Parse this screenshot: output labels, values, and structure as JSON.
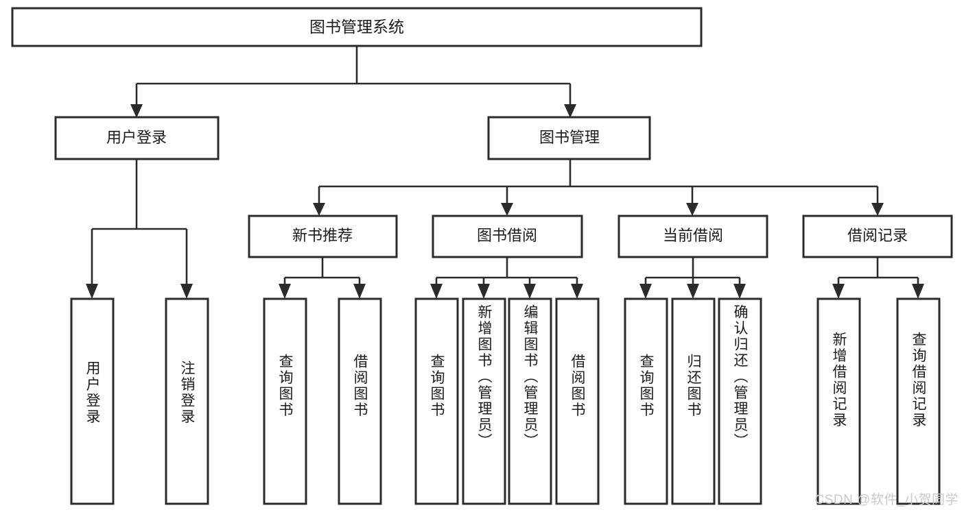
{
  "diagram": {
    "title": "图书管理系统",
    "type": "tree",
    "orientation": "top-down",
    "colors": {
      "box_stroke": "#2b2b2b",
      "box_fill": "#ffffff",
      "connector": "#2b2b2b",
      "text": "#1a1a1a",
      "watermark": "#c9c9c9",
      "background": "#ffffff"
    },
    "root": {
      "label": "图书管理系统",
      "text_direction": "horizontal"
    },
    "level1": [
      {
        "label": "用户登录",
        "text_direction": "horizontal"
      },
      {
        "label": "图书管理",
        "text_direction": "horizontal"
      }
    ],
    "level2": [
      {
        "label": "新书推荐",
        "text_direction": "horizontal",
        "parent": "图书管理"
      },
      {
        "label": "图书借阅",
        "text_direction": "horizontal",
        "parent": "图书管理"
      },
      {
        "label": "当前借阅",
        "text_direction": "horizontal",
        "parent": "图书管理"
      },
      {
        "label": "借阅记录",
        "text_direction": "horizontal",
        "parent": "图书管理"
      }
    ],
    "leaves": {
      "user_login": [
        {
          "label": "用户登录",
          "text_direction": "vertical"
        },
        {
          "label": "注销登录",
          "text_direction": "vertical"
        }
      ],
      "new_book_recommend": [
        {
          "label": "查询图书",
          "text_direction": "vertical"
        },
        {
          "label": "借阅图书",
          "text_direction": "vertical"
        }
      ],
      "book_borrow": [
        {
          "label": "查询图书",
          "text_direction": "vertical"
        },
        {
          "label": "新增图书（管理员）",
          "text_direction": "vertical"
        },
        {
          "label": "编辑图书（管理员）",
          "text_direction": "vertical"
        },
        {
          "label": "借阅图书",
          "text_direction": "vertical"
        }
      ],
      "current_borrow": [
        {
          "label": "查询图书",
          "text_direction": "vertical"
        },
        {
          "label": "归还图书",
          "text_direction": "vertical"
        },
        {
          "label": "确认归还（管理员）",
          "text_direction": "vertical"
        }
      ],
      "borrow_record": [
        {
          "label": "新增借阅记录",
          "text_direction": "vertical"
        },
        {
          "label": "查询借阅记录",
          "text_direction": "vertical"
        }
      ]
    }
  },
  "watermark": {
    "text": "CSDN @软件_小贺同学"
  }
}
